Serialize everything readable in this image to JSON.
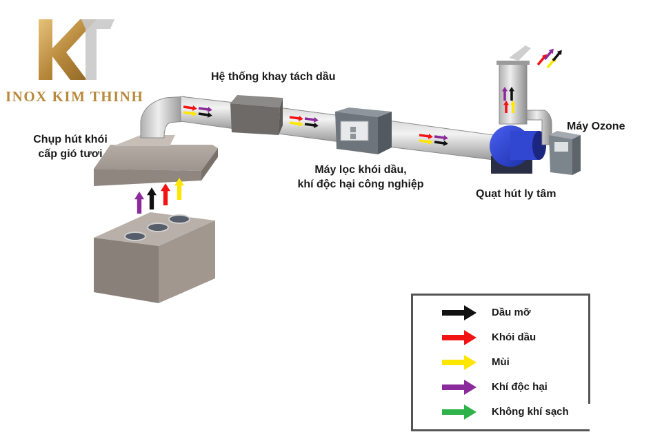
{
  "brand": {
    "name": "INOX KIM THINH"
  },
  "colors": {
    "oil": "#111111",
    "smoke": "#f21414",
    "odor": "#ffe600",
    "toxic": "#8b2a9a",
    "clean": "#2fb24a",
    "brand_gold": "#b8893c"
  },
  "components": {
    "hood": {
      "label_line1": "Chụp hút khói",
      "label_line2": "cấp gió tươi"
    },
    "separator": {
      "label": "Hệ thống khay tách dầu"
    },
    "filter": {
      "label_line1": "Máy lọc khói dầu,",
      "label_line2": "khí độc hại công nghiệp"
    },
    "fan": {
      "label": "Quạt hút ly tâm"
    },
    "ozone": {
      "label": "Máy Ozone"
    }
  },
  "legend": {
    "items": [
      {
        "label": "Dầu mỡ",
        "color": "#111111"
      },
      {
        "label": "Khói dầu",
        "color": "#f21414"
      },
      {
        "label": "Mùi",
        "color": "#ffe600"
      },
      {
        "label": "Khí độc hại",
        "color": "#8b2a9a"
      },
      {
        "label": "Không khí sạch",
        "color": "#2fb24a"
      }
    ]
  }
}
